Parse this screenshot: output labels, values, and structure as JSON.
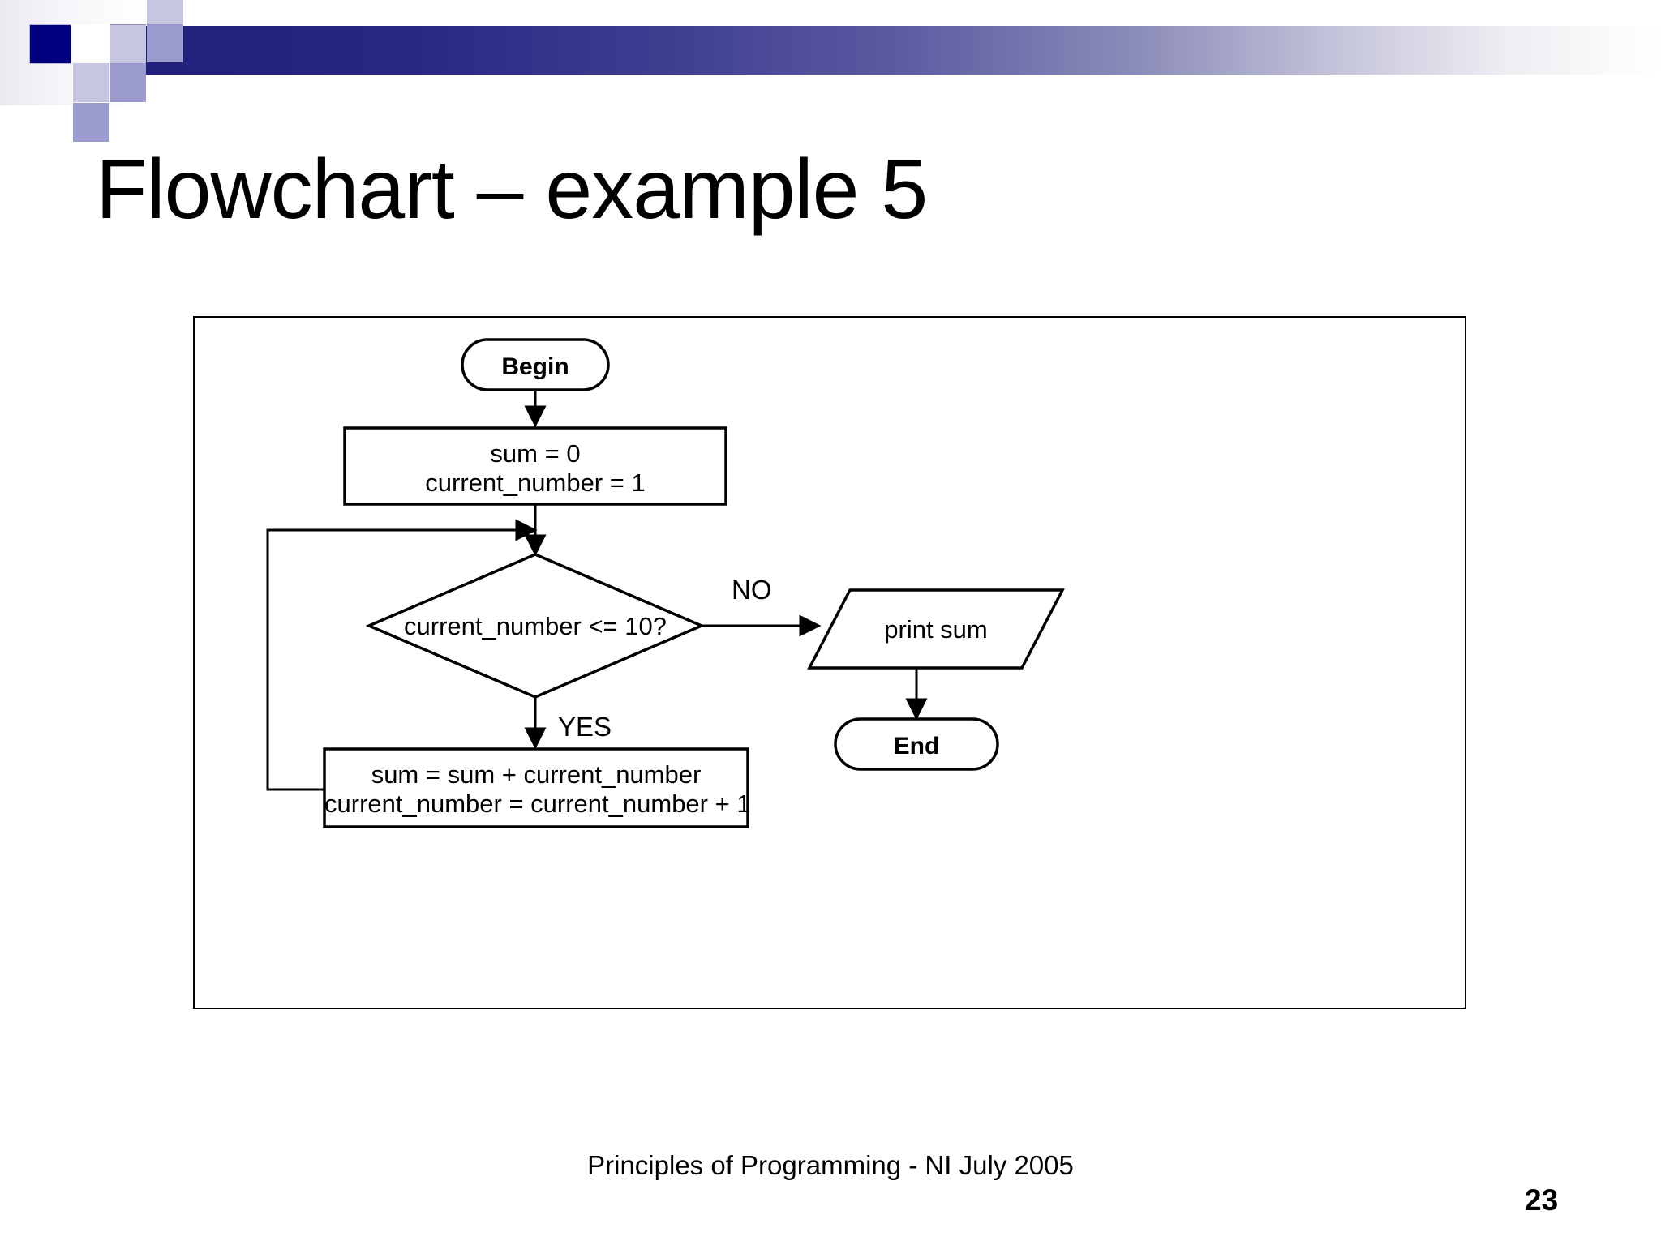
{
  "slide": {
    "title": "Flowchart – example 5",
    "page_number": "23",
    "footer": "Principles of Programming - NI July 2005",
    "accent_dark": "#000080",
    "accent_mid": "#9a9ace",
    "accent_light": "#c6c6e0"
  },
  "flowchart": {
    "type": "flowchart",
    "nodes": [
      {
        "id": "begin",
        "shape": "terminator",
        "label": "Begin"
      },
      {
        "id": "init",
        "shape": "process",
        "label_line1": "sum = 0",
        "label_line2": "current_number = 1"
      },
      {
        "id": "decision",
        "shape": "decision",
        "label": "current_number <= 10?"
      },
      {
        "id": "print",
        "shape": "parallelogram",
        "label": "print sum"
      },
      {
        "id": "end",
        "shape": "terminator",
        "label": "End"
      },
      {
        "id": "accumulate",
        "shape": "process",
        "label_line1": "sum = sum + current_number",
        "label_line2": "current_number = current_number + 1"
      }
    ],
    "edges": [
      {
        "from": "begin",
        "to": "init",
        "label": ""
      },
      {
        "from": "init",
        "to": "decision",
        "label": ""
      },
      {
        "from": "decision",
        "to": "print",
        "label": "NO"
      },
      {
        "from": "decision",
        "to": "accumulate",
        "label": "YES"
      },
      {
        "from": "print",
        "to": "end",
        "label": ""
      },
      {
        "from": "accumulate",
        "to": "decision",
        "label": ""
      }
    ],
    "branch_labels": {
      "no": "NO",
      "yes": "YES"
    }
  }
}
